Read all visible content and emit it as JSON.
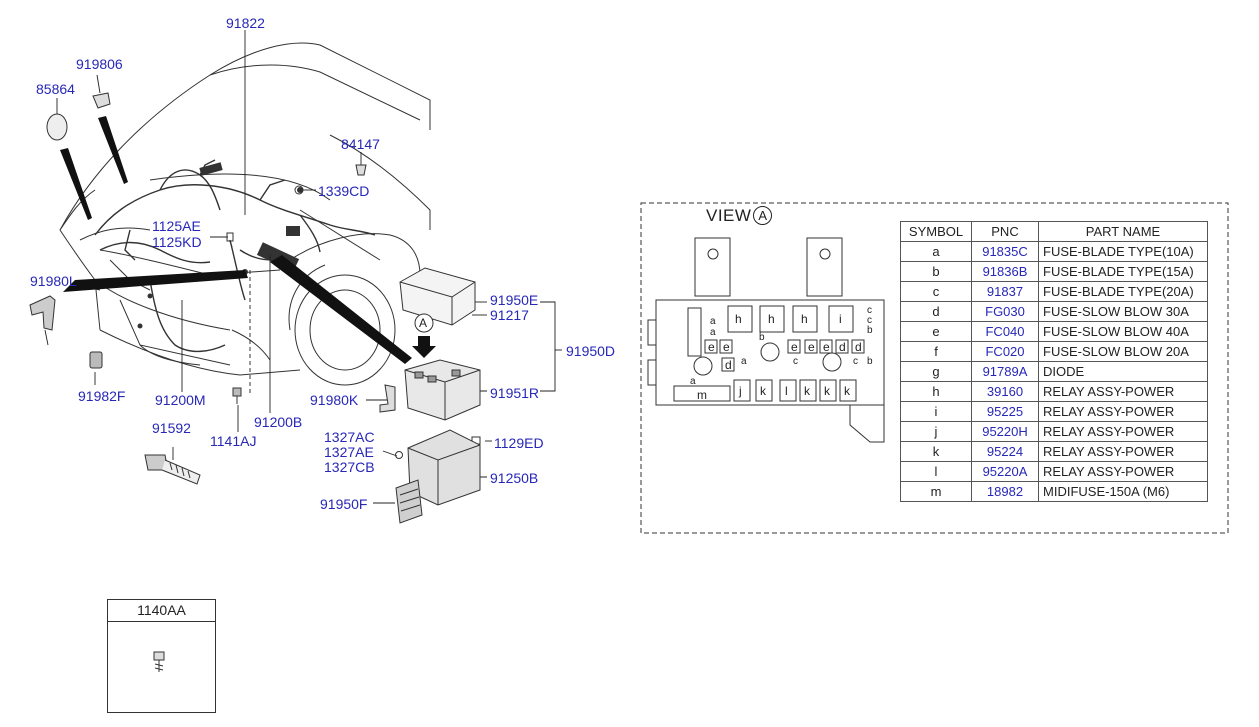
{
  "callouts": {
    "c91822": "91822",
    "c919806": "919806",
    "c85864": "85864",
    "c84147": "84147",
    "c1339CD": "1339CD",
    "c1125AE": "1125AE",
    "c1125KD": "1125KD",
    "c91980L": "91980L",
    "c91950E": "91950E",
    "c91217": "91217",
    "c91950D": "91950D",
    "c91982F": "91982F",
    "c91200M": "91200M",
    "c91980K": "91980K",
    "c91951R": "91951R",
    "c91200B": "91200B",
    "c91592": "91592",
    "c1141AJ": "1141AJ",
    "c1327AC": "1327AC",
    "c1327AE": "1327AE",
    "c1327CB": "1327CB",
    "c1129ED": "1129ED",
    "c91250B": "91250B",
    "c91950F": "91950F",
    "arrow_marker": "A"
  },
  "view": {
    "title": "VIEW",
    "marker": "A"
  },
  "fuse_box_labels": {
    "h": "h",
    "i": "i",
    "j": "j",
    "k": "k",
    "l": "l",
    "m": "m",
    "e": "e",
    "d": "d",
    "a": "a",
    "b": "b",
    "c": "c"
  },
  "table": {
    "headers": [
      "SYMBOL",
      "PNC",
      "PART NAME"
    ],
    "rows": [
      {
        "symbol": "a",
        "pnc": "91835C",
        "name": "FUSE-BLADE TYPE(10A)"
      },
      {
        "symbol": "b",
        "pnc": "91836B",
        "name": "FUSE-BLADE TYPE(15A)"
      },
      {
        "symbol": "c",
        "pnc": "91837",
        "name": "FUSE-BLADE TYPE(20A)"
      },
      {
        "symbol": "d",
        "pnc": "FG030",
        "name": "FUSE-SLOW BLOW 30A"
      },
      {
        "symbol": "e",
        "pnc": "FC040",
        "name": "FUSE-SLOW BLOW 40A"
      },
      {
        "symbol": "f",
        "pnc": "FC020",
        "name": "FUSE-SLOW BLOW 20A"
      },
      {
        "symbol": "g",
        "pnc": "91789A",
        "name": "DIODE"
      },
      {
        "symbol": "h",
        "pnc": "39160",
        "name": "RELAY ASSY-POWER"
      },
      {
        "symbol": "i",
        "pnc": "95225",
        "name": "RELAY ASSY-POWER"
      },
      {
        "symbol": "j",
        "pnc": "95220H",
        "name": "RELAY ASSY-POWER"
      },
      {
        "symbol": "k",
        "pnc": "95224",
        "name": "RELAY ASSY-POWER"
      },
      {
        "symbol": "l",
        "pnc": "95220A",
        "name": "RELAY ASSY-POWER"
      },
      {
        "symbol": "m",
        "pnc": "18982",
        "name": "MIDIFUSE-150A (M6)"
      }
    ]
  },
  "box1140": {
    "label": "1140AA"
  }
}
